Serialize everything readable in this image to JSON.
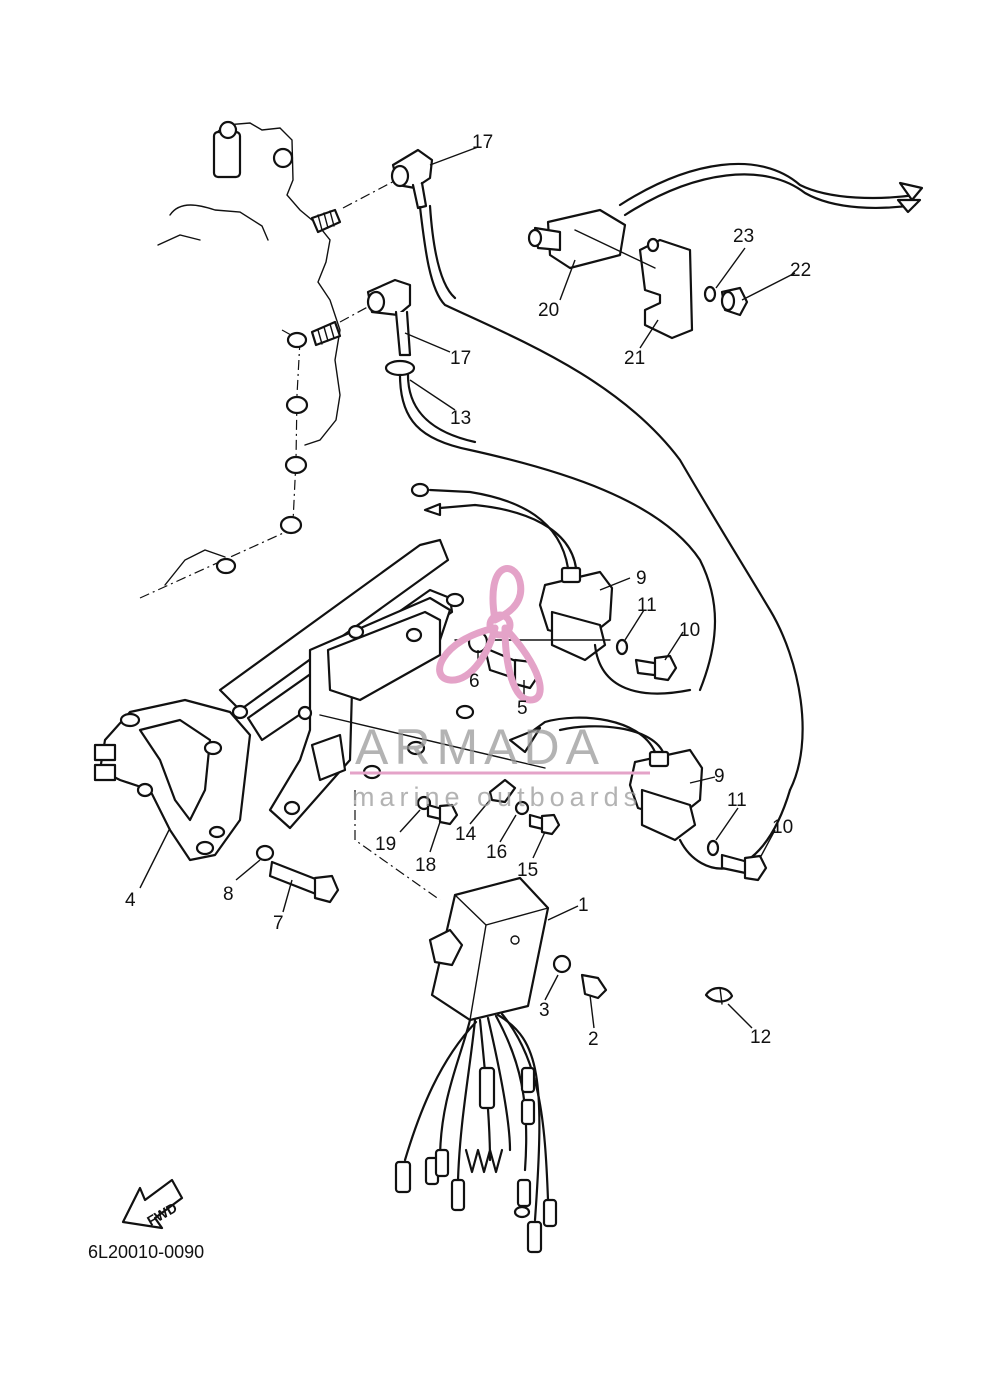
{
  "diagram_code": "6L20010-0090",
  "fwd_label": "FWD",
  "watermark": {
    "brand": "ARMADA",
    "tagline": "marine outboards",
    "accent_color": "#e4a3c8"
  },
  "callouts": [
    "1",
    "2",
    "3",
    "4",
    "5",
    "6",
    "7",
    "8",
    "9",
    "9",
    "10",
    "10",
    "11",
    "11",
    "12",
    "13",
    "14",
    "15",
    "16",
    "17",
    "17",
    "18",
    "19",
    "20",
    "21",
    "22",
    "23"
  ],
  "colors": {
    "ink": "#111111",
    "background": "#ffffff"
  }
}
